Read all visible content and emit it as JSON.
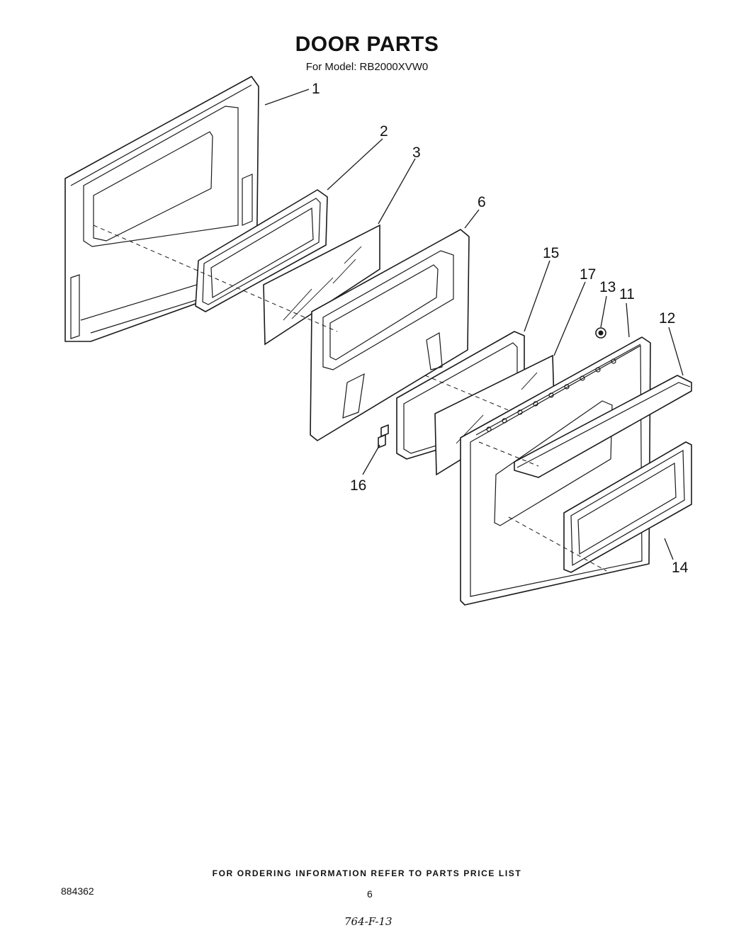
{
  "header": {
    "title": "DOOR PARTS",
    "subtitle": "For Model: RB2000XVW0"
  },
  "callouts": [
    "1",
    "2",
    "3",
    "6",
    "15",
    "17",
    "13",
    "11",
    "12",
    "16",
    "14"
  ],
  "footer": {
    "ordering_note": "FOR ORDERING INFORMATION REFER TO PARTS PRICE LIST",
    "document_number": "884362",
    "page_number": "6",
    "handwritten_note": "764-F-13"
  }
}
